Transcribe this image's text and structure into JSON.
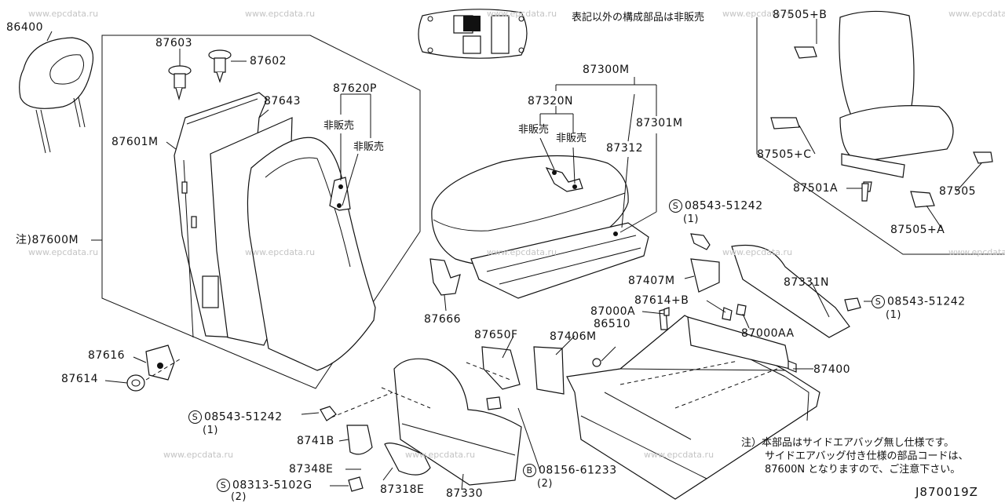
{
  "watermark": "www.epcdata.ru",
  "header_note": "表記以外の構成部品は非販売",
  "diagram_code": "J870019Z",
  "labels": {
    "p86400": "86400",
    "p87603": "87603",
    "p87602": "87602",
    "p87643": "87643",
    "p87620P": "87620P",
    "hihanbai1": "非販売",
    "hihanbai2": "非販売",
    "p87601M": "87601M",
    "p87600M": "注)87600M",
    "p87616": "87616",
    "p87614": "87614",
    "p87300M": "87300M",
    "p87320N": "87320N",
    "hihanbai3": "非販売",
    "hihanbai4": "非販売",
    "p87301M": "87301M",
    "p87312": "87312",
    "p87666": "87666",
    "p87505B": "87505+B",
    "p87505C": "87505+C",
    "p87501A": "87501A",
    "p87505": "87505",
    "p87505A": "87505+A",
    "p87407M": "87407M",
    "p87331N": "87331N",
    "p87614B": "87614+B",
    "p87000A": "87000A",
    "p87000AA": "87000AA",
    "p86510": "86510",
    "p87650F": "87650F",
    "p87406M": "87406M",
    "p87400": "87400",
    "p8741B": "8741B",
    "p87348E": "87348E",
    "p87318E": "87318E",
    "p87330": "87330"
  },
  "fasteners": {
    "f1": {
      "mark": "S",
      "code": "08543-51242",
      "qty": "(1)"
    },
    "f2": {
      "mark": "S",
      "code": "08543-51242",
      "qty": "(1)"
    },
    "f3": {
      "mark": "S",
      "code": "08543-51242",
      "qty": "(1)"
    },
    "f4": {
      "mark": "S",
      "code": "08313-5102G",
      "qty": "(2)"
    },
    "f5": {
      "mark": "B",
      "code": "08156-61233",
      "qty": "(2)"
    }
  },
  "footnote": {
    "line1": "注）本部品はサイドエアバッグ無し仕様です。",
    "line2": "サイドエアバッグ付き仕様の部品コードは、",
    "line3": "87600N となりますので、ご注意下さい。"
  }
}
